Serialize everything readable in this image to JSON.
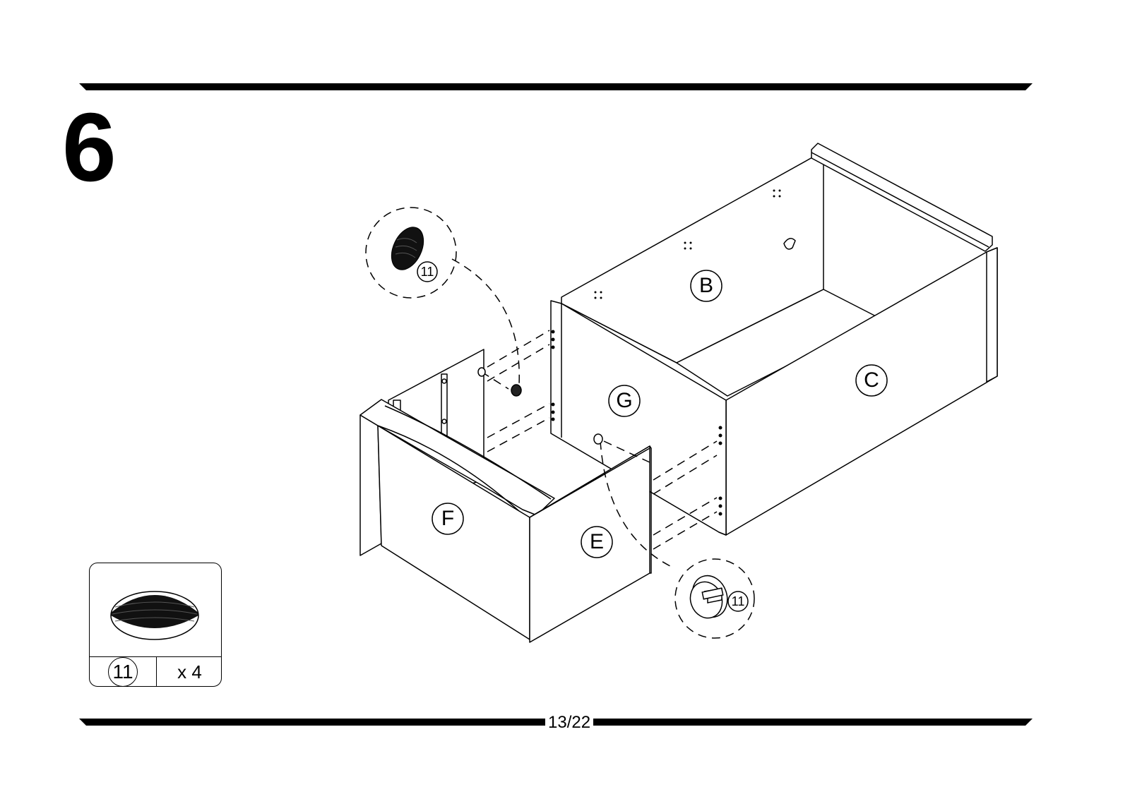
{
  "step": {
    "number": "6"
  },
  "page": {
    "number": "13/22"
  },
  "panels": {
    "B": "B",
    "C": "C",
    "G": "G",
    "F": "F",
    "E": "E"
  },
  "detail_callouts": {
    "top_part_id": "11",
    "bottom_part_id": "11"
  },
  "parts_list": {
    "items": [
      {
        "part_id": "11",
        "quantity": "x 4",
        "icon": "cam-lock-icon"
      }
    ]
  },
  "colors": {
    "ink": "#000000",
    "paper": "#ffffff"
  }
}
